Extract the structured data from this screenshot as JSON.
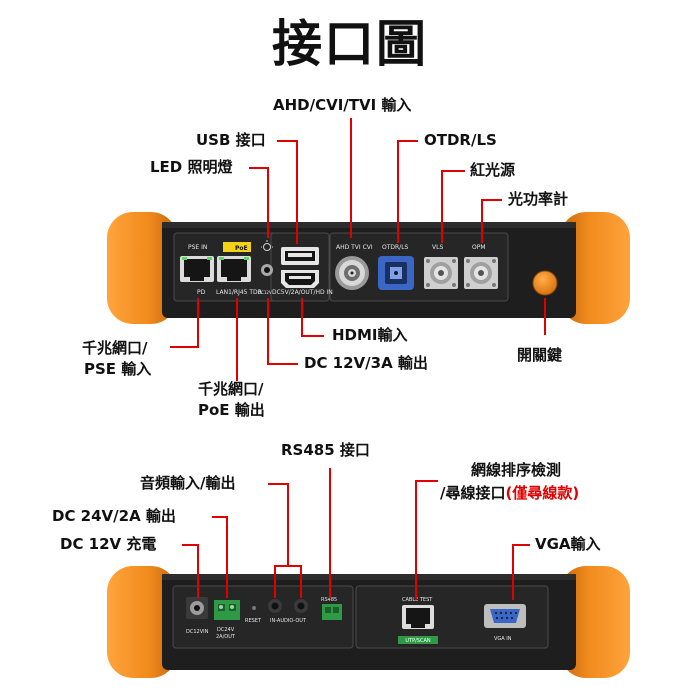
{
  "title": "接口圖",
  "top_panel": {
    "callouts": {
      "ahd": "AHD/CVI/TVI 輸入",
      "usb": "USB 接口",
      "otdr": "OTDR/LS",
      "led": "LED 照明燈",
      "red_light": "紅光源",
      "opm": "光功率計",
      "pse_1": "千兆網口/",
      "pse_2": "PSE 輸入",
      "hdmi": "HDMI輸入",
      "dc_out": "DC 12V/3A 輸出",
      "power": "開關鍵",
      "poe_1": "千兆網口/",
      "poe_2": "PoE 輸出"
    },
    "silkscreen": {
      "pse_in": "PSE IN",
      "poe": "PoE",
      "pd": "PD",
      "lan": "LAN1/RJ45 TDR",
      "dc_hd": "DC5V/2A/OUT/HD IN",
      "dc12v": "DC12V",
      "ahd": "AHD TVI CVI",
      "otdr": "OTDR/LS",
      "vls": "VLS",
      "opm": "OPM"
    }
  },
  "bottom_panel": {
    "callouts": {
      "rs485": "RS485 接口",
      "cable_1": "網線排序檢測",
      "cable_2_prefix": "/尋線接口",
      "cable_2_red": "(僅尋線款)",
      "audio": "音頻輸入/輸出",
      "dc24": "DC 24V/2A 輸出",
      "vga": "VGA輸入",
      "dc12_charge": "DC 12V 充電"
    },
    "silkscreen": {
      "dc12vin": "DC12VIN",
      "dc24v_1": "DC24V",
      "dc24v_2": "2A/OUT",
      "reset": "RESET",
      "audio": "IN-AUDIO-OUT",
      "rs485": "RS485",
      "cable_test": "CABLE TEST",
      "utp_scan": "UTP/SCAN",
      "vga_in": "VGA IN"
    }
  },
  "colors": {
    "bumper": "#f08a1c",
    "bumper_dark": "#c7660d",
    "body": "#1e1e1e",
    "leader": "#e00000",
    "green_terminal": "#2f9a46",
    "blue_port": "#3a67c6",
    "yellow_poe": "#f4d21a",
    "power_button": "#f08a1c"
  }
}
